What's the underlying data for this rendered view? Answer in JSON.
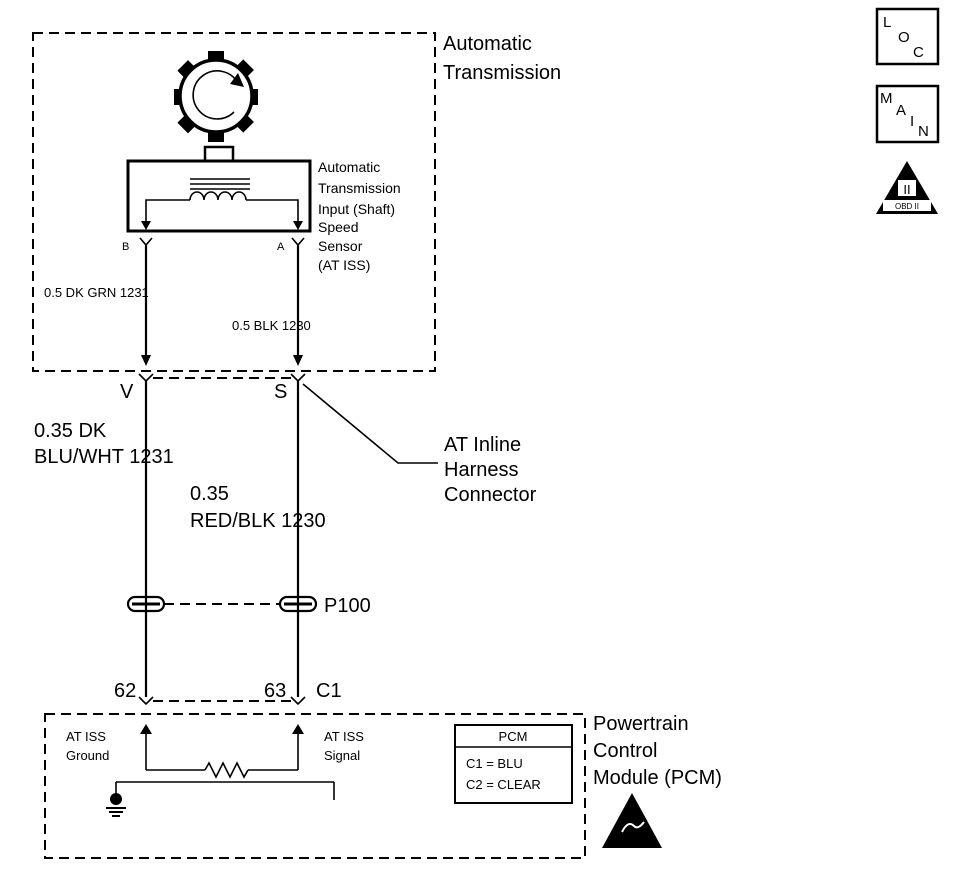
{
  "transmission": {
    "title_line1": "Automatic",
    "title_line2": "Transmission"
  },
  "sensor": {
    "label_lines": [
      "Automatic",
      "Transmission",
      "Input (Shaft)",
      "Speed",
      "Sensor",
      "(AT ISS)"
    ],
    "pin_b": "B",
    "pin_a": "A"
  },
  "wires": {
    "upper_left": "0.5 DK GRN  1231",
    "upper_right": "0.5 BLK  1230",
    "lower_left_line1": "0.35 DK",
    "lower_left_line2": "BLU/WHT  1231",
    "lower_right_line1": "0.35",
    "lower_right_line2": "RED/BLK  1230"
  },
  "inline_connector": {
    "pin_v": "V",
    "pin_s": "S",
    "label_lines": [
      "AT Inline",
      "Harness",
      "Connector"
    ]
  },
  "splice": {
    "label": "P100"
  },
  "pcm_connector": {
    "pin_left": "62",
    "pin_right": "63",
    "connector_id": "C1"
  },
  "pcm": {
    "title_lines": [
      "Powertrain",
      "Control",
      "Module (PCM)"
    ],
    "ground_label_lines": [
      "AT ISS",
      "Ground"
    ],
    "signal_label_lines": [
      "AT ISS",
      "Signal"
    ],
    "legend_title": "PCM",
    "legend_rows": [
      "C1 = BLU",
      "C2 = CLEAR"
    ]
  },
  "badges": {
    "loc": [
      "L",
      "O",
      "C"
    ],
    "main": [
      "M",
      "A",
      "I",
      "N"
    ],
    "obd_numeral": "II",
    "obd_text": "OBD II"
  }
}
